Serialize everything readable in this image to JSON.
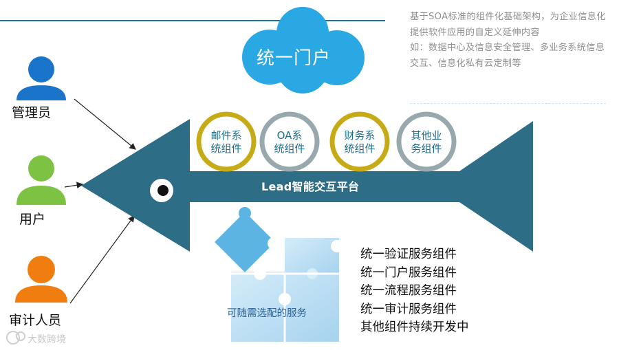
{
  "description": {
    "line1": "基于SOA标准的组件化基础架构，为企业信息化提供软件应用的自定义延伸内容",
    "line2": "如：数据中心及信息安全管理、多业务系统信息交互、信息化私有云定制等"
  },
  "users": [
    {
      "label": "管理员",
      "color": "#1a74c9"
    },
    {
      "label": "用户",
      "color": "#7dc242"
    },
    {
      "label": "审计人员",
      "color": "#f07d10"
    }
  ],
  "portal": {
    "label": "统一门户",
    "color": "#29a8e3"
  },
  "components": [
    {
      "line1": "邮件系",
      "line2": "统组件",
      "ring": "#c6ab17"
    },
    {
      "line1": "OA系",
      "line2": "统组件",
      "ring": "#98a9ae"
    },
    {
      "line1": "财务系",
      "line2": "统组件",
      "ring": "#c6ab17"
    },
    {
      "line1": "其他业",
      "line2": "务组件",
      "ring": "#98a9ae"
    }
  ],
  "platform": {
    "label": "Lead智能交互平台",
    "color": "#2e6d86"
  },
  "puzzle": {
    "label": "可随需选配的服务",
    "color": "#b8ddf2"
  },
  "services": [
    "统一验证服务组件",
    "统一门户服务组件",
    "统一流程服务组件",
    "统一审计服务组件",
    "其他组件持续开发中"
  ],
  "watermark": "大数跨境"
}
